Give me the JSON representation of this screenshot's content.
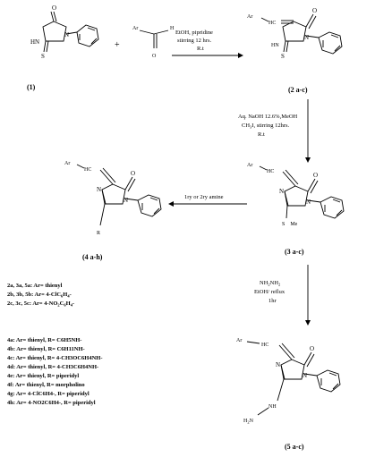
{
  "atoms": {
    "o": "O",
    "hn": "HN",
    "n": "N",
    "s": "S",
    "ar": "Ar",
    "hc": "HC",
    "nh": "NH",
    "r": "R",
    "me": "Me"
  },
  "compounds": {
    "c1": "(1)",
    "c2": "(2 a-c)",
    "c3": "(3 a-c)",
    "c4": "(4 a-h)",
    "c5": "(5 a-c)",
    "plus": "+"
  },
  "conditions": {
    "step1": {
      "line1": "EtOH, pipridine",
      "line2": "stirring 12 hrs.",
      "line3": "R.t"
    },
    "step2": {
      "line1": "Aq. NaOH 12.6%,MeOH",
      "line2": "CH",
      "line2_sub": "3",
      "line2_rest": "I, stirring 12hrs.",
      "line3": "R.t"
    },
    "step3": {
      "line1": "1ry or 2ry amine"
    },
    "step4": {
      "line1": "NH",
      "line1_sub1": "2",
      "line1_mid": "NH",
      "line1_sub2": "2",
      "line2": "EtOH/ reflux",
      "line3": "1hr"
    }
  },
  "legend_ar": [
    {
      "main": "2a, 3a, 5a: Ar= thienyl",
      "pre": "",
      "sub": "",
      "post": ""
    },
    {
      "main": "2b, 3b, 5b: Ar= 4-ClC",
      "pre": "",
      "sub": "6",
      "post": "H",
      "sub2": "4",
      "post2": "-"
    },
    {
      "main": "2c, 3c, 5c: Ar= 4-NO",
      "sub": "2",
      "post": "C",
      "sub2": "6",
      "post2": "H",
      "sub3": "4",
      "post3": "-"
    }
  ],
  "legend_4": [
    "4a: Ar= thienyl, R= C6H5NH-",
    "4b: Ar= thienyl, R= C6H11NH-",
    "4c: Ar= thienyl, R= 4-CH3OC6H4NH-",
    "4d: Ar= thienyl, R= 4-CH3C6H4NH-",
    "4e: Ar= thienyl, R= piperidyl",
    "4f: Ar= thienyl, R= morpholino",
    "4g: Ar= 4-ClC6H4-, R= piperidyl",
    "4h: Ar= 4-NO2C6H4-, R= piperidyl"
  ]
}
